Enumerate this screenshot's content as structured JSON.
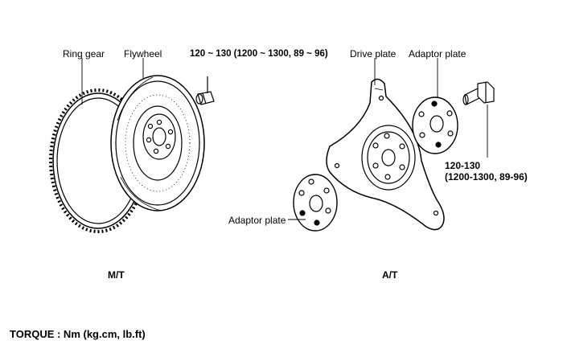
{
  "labels": {
    "ring_gear": "Ring gear",
    "flywheel": "Flywheel",
    "mt_torque": "120 ~ 130 (1200 ~ 1300, 89 ~ 96)",
    "drive_plate": "Drive plate",
    "adaptor_plate_top": "Adaptor plate",
    "at_torque_line1": "120-130",
    "at_torque_line2": "(1200-1300, 89-96)",
    "adaptor_plate_bottom": "Adaptor plate",
    "mt_caption": "M/T",
    "at_caption": "A/T"
  },
  "footer": {
    "torque_units": "TORQUE : Nm (kg.cm, lb.ft)"
  },
  "colors": {
    "line": "#000000",
    "background": "#ffffff"
  }
}
